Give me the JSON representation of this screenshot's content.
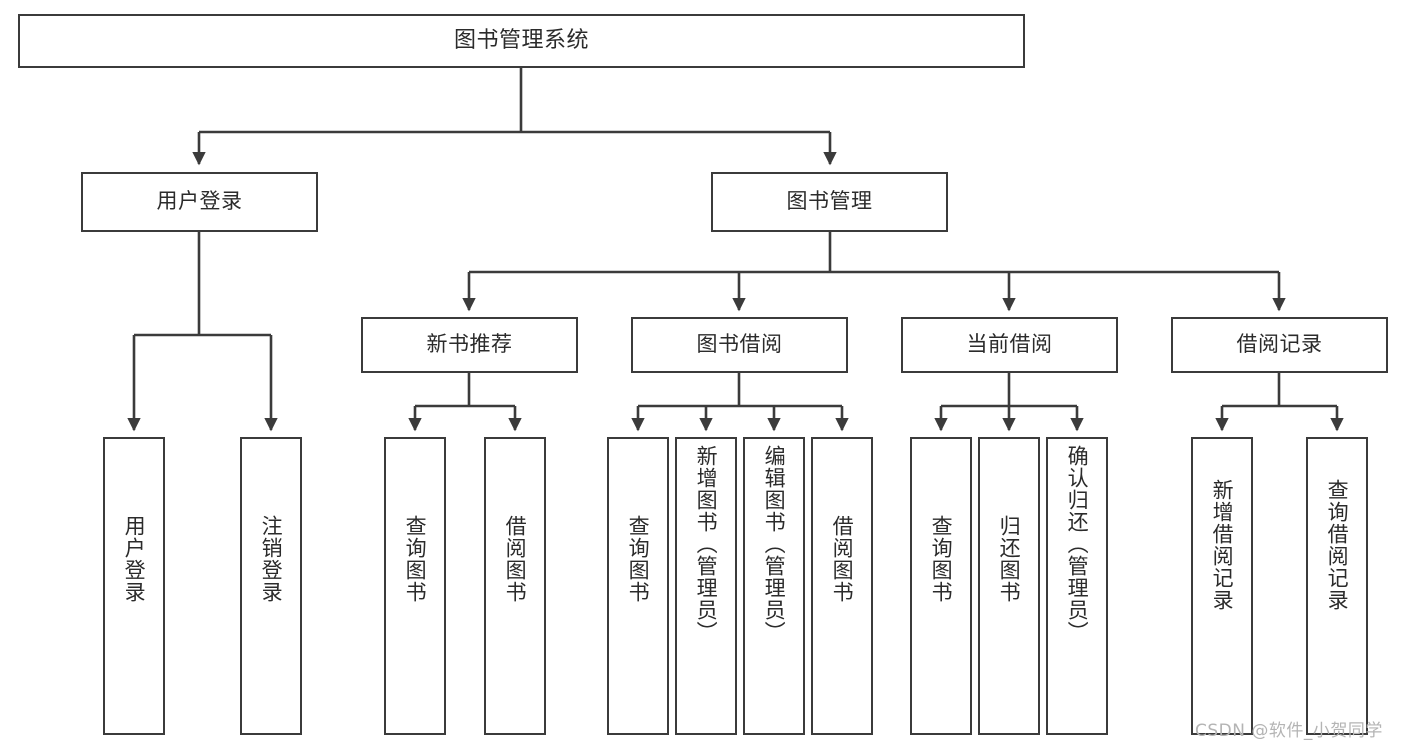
{
  "diagram": {
    "title": "图书管理系统",
    "type": "tree-hierarchy-chart",
    "colors": {
      "box_border": "#3b3b3b",
      "box_fill": "#ffffff",
      "connector": "#3b3b3b",
      "text": "#2b2b2b",
      "watermark": "#b4b4b4",
      "background": "#ffffff"
    },
    "root": {
      "label": "图书管理系统"
    },
    "level2": [
      {
        "label": "用户登录"
      },
      {
        "label": "图书管理"
      }
    ],
    "level3": [
      {
        "label": "新书推荐"
      },
      {
        "label": "图书借阅"
      },
      {
        "label": "当前借阅"
      },
      {
        "label": "借阅记录"
      }
    ],
    "leaves": {
      "user_login": [
        {
          "label": "用户登录"
        },
        {
          "label": "注销登录"
        }
      ],
      "new_book_recommend": [
        {
          "label": "查询图书"
        },
        {
          "label": "借阅图书"
        }
      ],
      "book_borrow": [
        {
          "label": "查询图书"
        },
        {
          "label": "新增图书（管理员）"
        },
        {
          "label": "编辑图书（管理员）"
        },
        {
          "label": "借阅图书"
        }
      ],
      "current_borrow": [
        {
          "label": "查询图书"
        },
        {
          "label": "归还图书"
        },
        {
          "label": "确认归还（管理员）"
        }
      ],
      "borrow_record": [
        {
          "label": "新增借阅记录"
        },
        {
          "label": "查询借阅记录"
        }
      ]
    }
  },
  "watermark": {
    "text": "CSDN @软件_小贺同学"
  }
}
